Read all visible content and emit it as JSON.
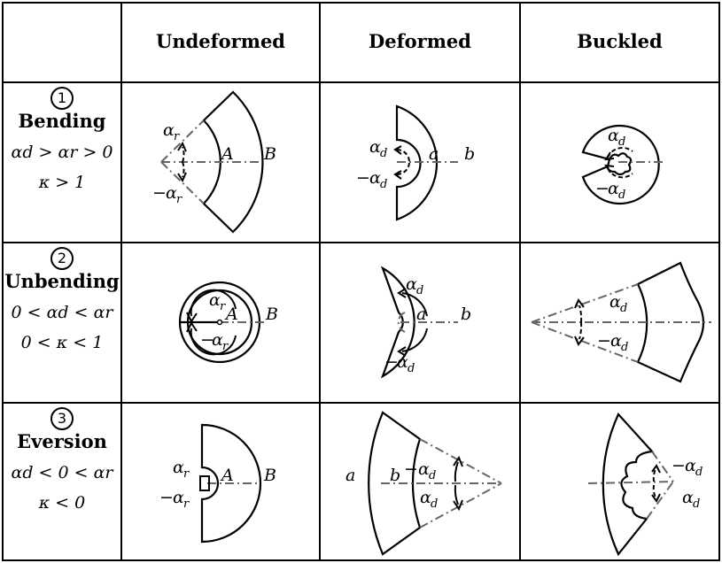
{
  "headers": [
    "Undeformed",
    "Deformed",
    "Buckled"
  ],
  "rows": [
    {
      "num": "1",
      "name": "Bending",
      "cond1": "αd > αr > 0",
      "cond2": "κ > 1"
    },
    {
      "num": "2",
      "name": "Unbending",
      "cond1": "0 < αd < αr",
      "cond2": "0 < κ < 1"
    },
    {
      "num": "3",
      "name": "Eversion",
      "cond1": "αd < 0 < αr",
      "cond2": "κ < 0"
    }
  ],
  "labels": {
    "alpha": "α",
    "sub_r": "r",
    "sub_d": "d",
    "minus": "−",
    "A": "A",
    "B": "B",
    "a": "a",
    "b": "b"
  }
}
